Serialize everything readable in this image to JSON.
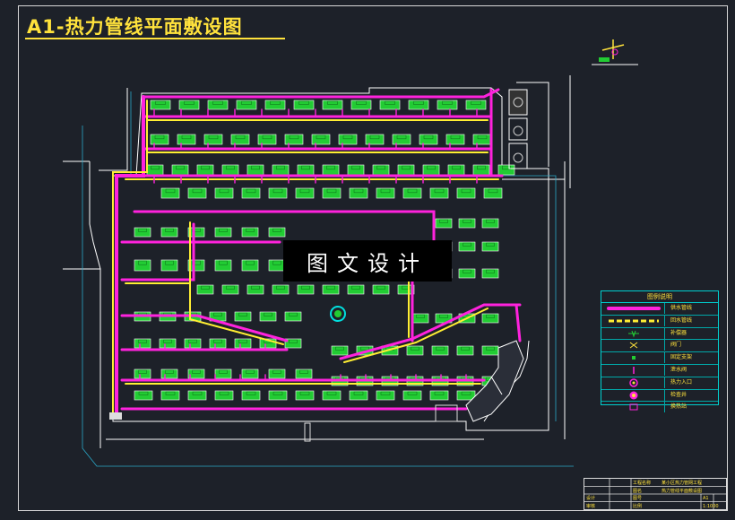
{
  "title": "A1-热力管线平面敷设图",
  "watermark": "图文设计",
  "legend": {
    "title": "图例说明",
    "items": [
      {
        "symbol": "pipe-magenta-icon",
        "label": "供水管线"
      },
      {
        "symbol": "pipe-yellow-icon",
        "label": "回水管线"
      },
      {
        "symbol": "compensator-icon",
        "label": "补偿器"
      },
      {
        "symbol": "valve-icon",
        "label": "阀门"
      },
      {
        "symbol": "anchor-icon",
        "label": "固定支架"
      },
      {
        "symbol": "drain-icon",
        "label": "泄水阀"
      },
      {
        "symbol": "inlet-icon",
        "label": "热力入口"
      },
      {
        "symbol": "manhole-icon",
        "label": "检查井"
      },
      {
        "symbol": "station-icon",
        "label": "换热站"
      }
    ]
  },
  "title_block": {
    "row1_label": "工程名称",
    "row1_value": "某小区热力管网工程",
    "row2_label": "图名",
    "row2_value": "热力管线平面敷设图",
    "row3_a": "设计",
    "row3_b": "图号",
    "row3_c": "A1",
    "row4_a": "审核",
    "row4_b": "比例",
    "row4_c": "1:1000"
  },
  "colors": {
    "background": "#1d2129",
    "supply_pipe": "#ff22dd",
    "return_pipe": "#ffee33",
    "building": "#22cc33",
    "outline": "#ffffff",
    "legend_border": "#00d0d0",
    "title": "#ffe23c"
  }
}
